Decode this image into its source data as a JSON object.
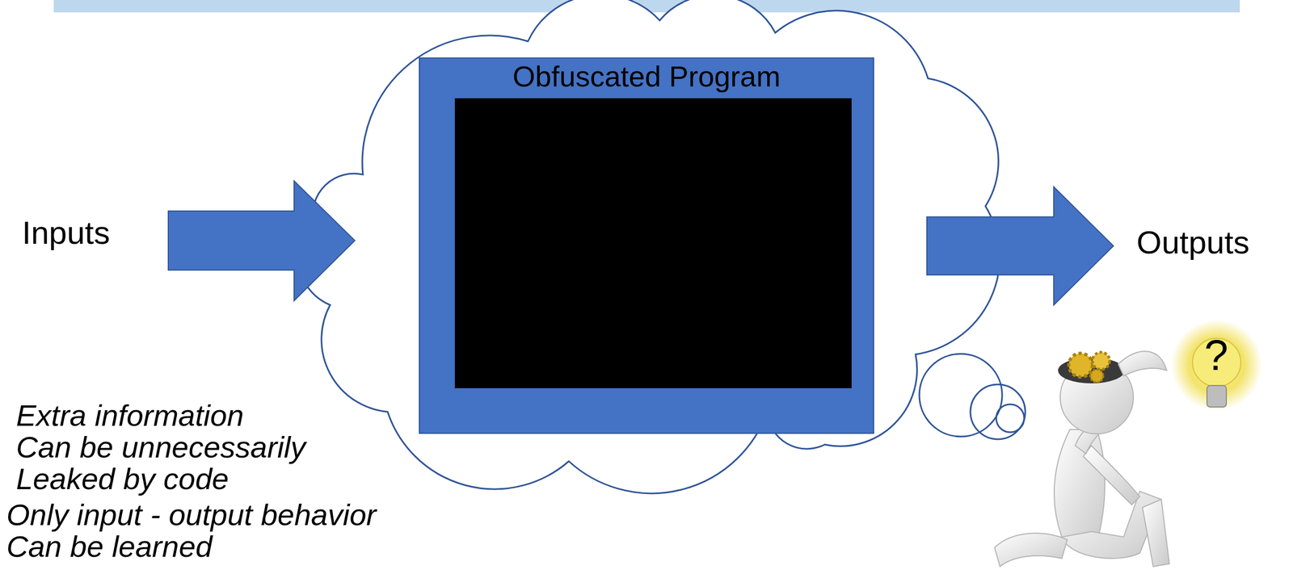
{
  "diagram": {
    "nodes": [
      {
        "text": [
          "Obfuscated Program"
        ]
      }
    ],
    "labels": [
      "Inputs",
      "Outputs",
      "?",
      "Extra information",
      "Only input - output behavior",
      "Can be unnecessarily",
      "Can be learned",
      "Leaked by code"
    ]
  }
}
